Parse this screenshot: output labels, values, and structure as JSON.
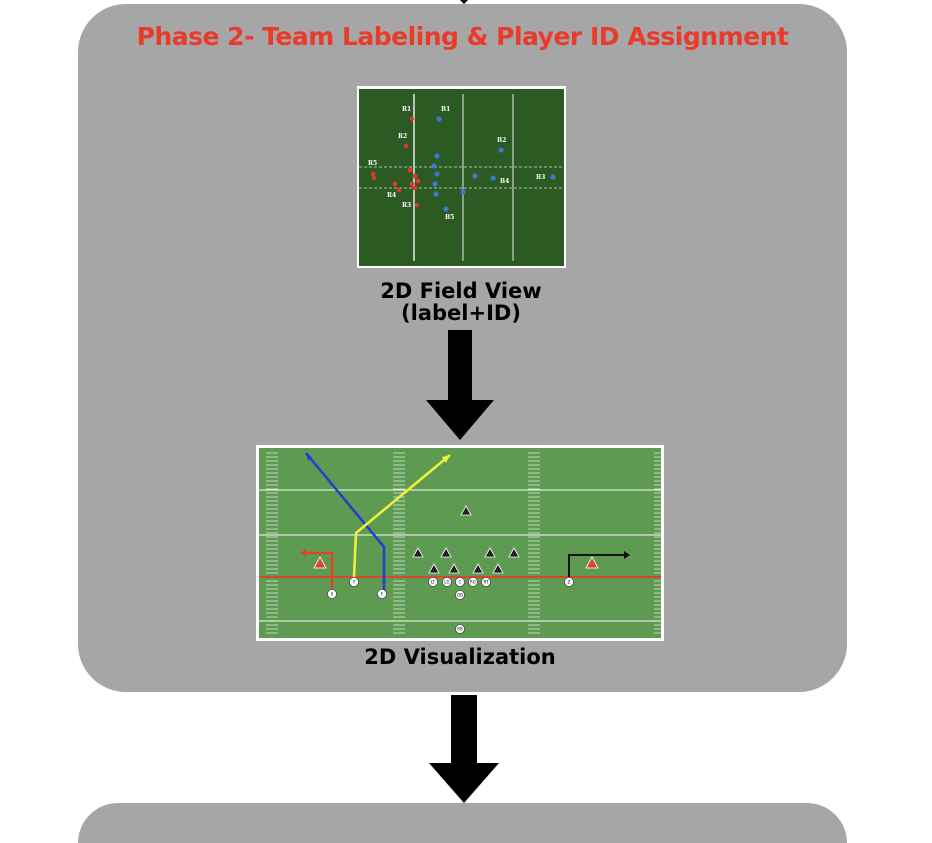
{
  "phase_title": "Phase 2- Team Labeling & Player ID Assignment",
  "field_view": {
    "caption_line1": "2D Field View",
    "caption_line2": "(label+ID)",
    "players": {
      "red": [
        "R1",
        "R2",
        "R3",
        "R4",
        "R5"
      ],
      "blue": [
        "B1",
        "B2",
        "B3",
        "B4",
        "B5"
      ]
    },
    "colors": {
      "field": "#2b5a22",
      "red": "#e0382c",
      "blue": "#3b78d8"
    }
  },
  "visualization": {
    "caption": "2D Visualization",
    "offense_labels": [
      "X",
      "Y",
      "F",
      "LT",
      "LG",
      "C",
      "RG",
      "RT",
      "QB",
      "RB",
      "Z"
    ],
    "colors": {
      "field": "#5e9a52",
      "route_blue": "#1f3fd0",
      "route_yellow": "#f2f23a",
      "route_red": "#d9462c",
      "route_black": "#111111",
      "scrimmage": "#d9462c"
    }
  }
}
